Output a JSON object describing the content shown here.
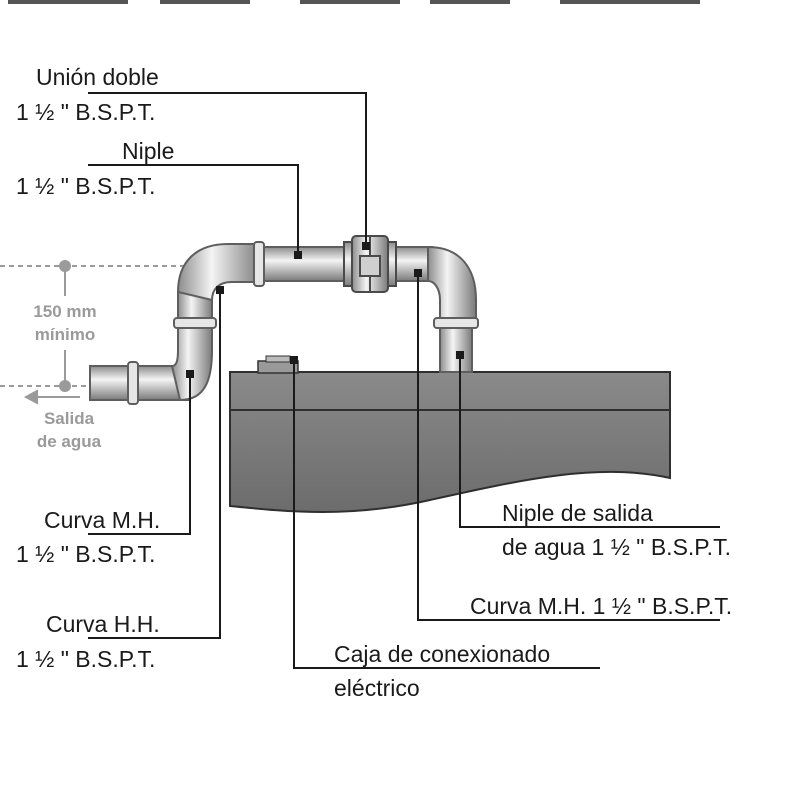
{
  "labels": {
    "union_doble": {
      "line1": "Unión doble",
      "line2": "1 ½ \" B.S.P.T."
    },
    "niple": {
      "line1": "Niple",
      "line2": "1 ½ \" B.S.P.T."
    },
    "curva_mh_left": {
      "line1": "Curva M.H.",
      "line2": "1 ½ \" B.S.P.T."
    },
    "curva_hh": {
      "line1": "Curva H.H.",
      "line2": "1 ½ \" B.S.P.T."
    },
    "niple_salida": {
      "line1": "Niple de salida",
      "line2": "de agua 1 ½ \" B.S.P.T."
    },
    "curva_mh_right": {
      "line1": "Curva M.H. 1 ½ \" B.S.P.T."
    },
    "caja": {
      "line1": "Caja de conexionado",
      "line2": "eléctrico"
    }
  },
  "dimension": {
    "value": "150 mm",
    "note": "mínimo"
  },
  "outlet": {
    "line1": "Salida",
    "line2": "de agua"
  },
  "colors": {
    "pipe": "#d9d9d9",
    "pipe_edge": "#6e6e6e",
    "heater": "#7d7d7d",
    "heater_edge": "#2f2f2f",
    "leader": "#1a1a1a",
    "dimension": "#9a9a9a"
  }
}
